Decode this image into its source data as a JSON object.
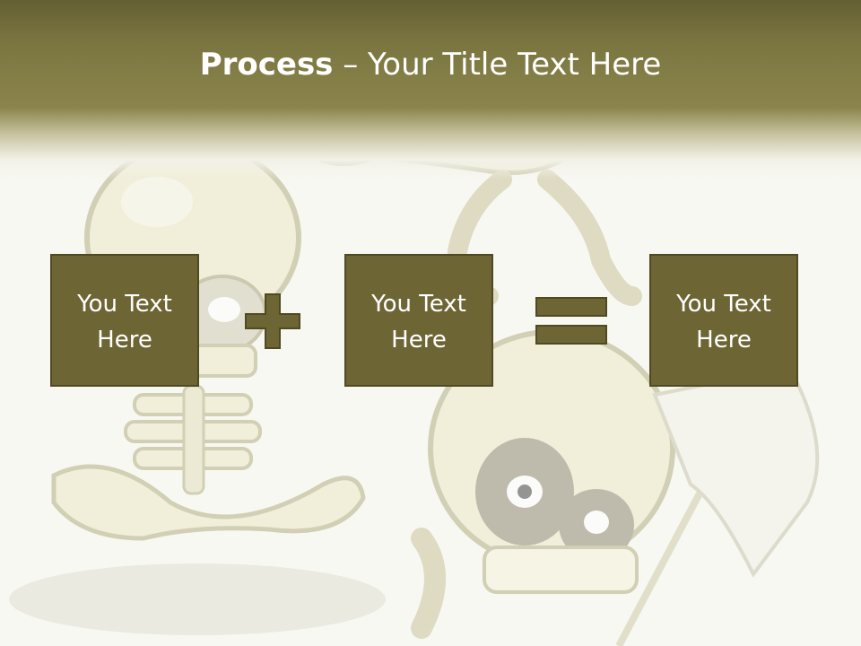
{
  "slide": {
    "title_bold": "Process",
    "title_rest": " – Your Title Text Here",
    "boxes": [
      {
        "text": "You Text Here"
      },
      {
        "text": "You Text Here"
      },
      {
        "text": "You Text Here"
      }
    ],
    "operators": [
      "plus-icon",
      "equals-icon"
    ],
    "colors": {
      "header": "#7a7440",
      "box_fill": "#6d6534",
      "box_border": "#4f4a24",
      "text": "#ffffff"
    }
  }
}
